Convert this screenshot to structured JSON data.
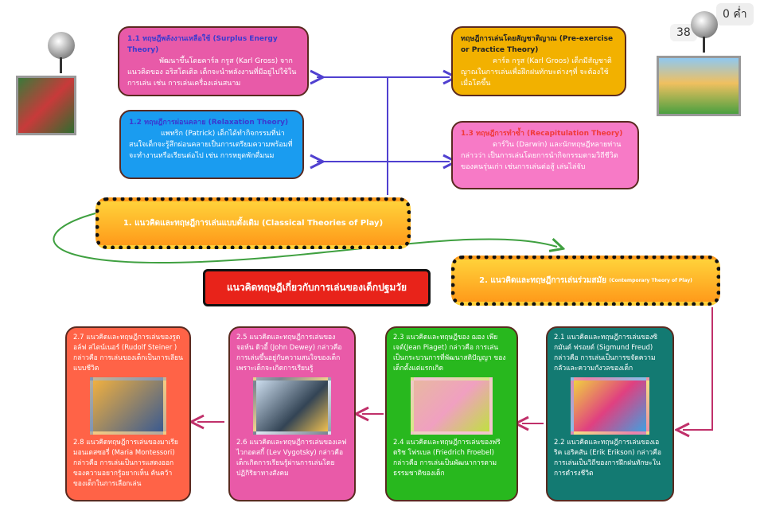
{
  "badges": {
    "comments": "0 ค่ำ",
    "count": "38"
  },
  "top": {
    "surplus": {
      "title": "1.1 ทฤษฎีพลังงานเหลือใช้ (Surplus Energy Theory)",
      "body1": "พัฒนาขึ้นโดยคาร์ล กรูส (Karl Gross) จาก",
      "body2": "แนวคิดของ อริสโตเติล เด็กจะนำพลังงานที่มีอยู่ไปใช้ใน การเล่น เช่น การเล่นเครื่องเล่นสนาม"
    },
    "relax": {
      "title": "1.2 ทฤษฎีการผ่อนคลาย (Relaxation Theory)",
      "body1": "แพทริก (Patrick) เด็กได้ทำกิจกรรมที่น่า",
      "body2": "สนใจเด็กจะรู้สึกผ่อนคลายเป็นการเตรียมความพร้อมที่จะทำงานหรือเรียนต่อไป เช่น การหยุดพักดื่มนม"
    },
    "preex": {
      "title": "ทฤษฎีการเล่นโดยสัญชาติญาณ (Pre-exercise or Practice Theory)",
      "body1": "คาร์ล กรูส (Karl Groos) เด็กมีสัญชาติ",
      "body2": "ญาณในการเล่นเพื่อฝึกฝนทักษะต่างๆที่ จะต้องใช้เมื่อโตขึ้น"
    },
    "recap": {
      "title": "1.3 ทฤษฎีการทำซ้ำ (Recapitulation Theory)",
      "body1": "ดาร์วิน (Darwin) และนักทฤษฎีหลายท่าน",
      "body2": "กล่าวว่า เป็นการเล่นโดยการนำกิจกรรมตามวิถีชีวิตของคนรุ่นเก่า เช่นการเล่นต่อสู้ เล่นไล่จับ"
    }
  },
  "classical": "1. แนวคิดและทฤษฎีการเล่นแบบดั้งเดิม (Classical Theories of Play)",
  "center": "แนวคิดทฤษฎีเกี่ยวกับการเล่นของเด็กปฐมวัย",
  "contemporary": {
    "main": "2. แนวคิดและทฤษฎีการเล่นร่วมสมัย",
    "sub": "(Contemporary Theory of Play)"
  },
  "bottom": [
    {
      "a": "2.7 แนวคิดและทฤษฎีการเล่นของรูดอล์ฟ สไตน์เนอร์ (Rudolf Steiner ) กล่าวคือ การเล่นของเด็กเป็นการเลียนแบบชีวิต",
      "b": "2.8 แนวคิดทฤษฎีการเล่นของมาเรีย มอนเตสซอรี่ (Maria Montessori) กล่าวคือ การเล่นเป็นการแสดงออกของความอยากรู้อยากเห็น ค้นคว้าของเด็กในการเลือกเล่น"
    },
    {
      "a": "2.5 แนวคิดและทฤษฎีการเล่นของจอห์น ดิวอี้ (John Dewey) กล่าวคือ การเล่นขึ้นอยู่กับความสนใจของเด็ก เพราะเด็กจะเกิดการเรียนรู้",
      "b": "2.6 แนวคิดและทฤษฎีการเล่นของเลฟ ไวกอตสกี้ (Lev Vygotsky) กล่าวคือ เด็กเกิดการเรียนรู้ผ่านการเล่นโดยปฏิกิริยาทางสังคม"
    },
    {
      "a": "2.3 แนวคิดและทฤษฎีของ ฌอง เพียเจต์(Jean Piaget) กล่าวคือ การเล่นเป็นกระบวนการที่พัฒนาสติปัญญา ของเด็กตั้งแต่แรกเกิด",
      "b": "2.4 แนวคิดและทฤษฎีการเล่นของฟริดริช โฟรเบล (Friedrich Froebel) กล่าวคือ การเล่นเป็นพัฒนาการตามธรรมชาติของเด็ก"
    },
    {
      "a": "2.1 แนวคิดและทฤษฎีการเล่นของซิกมันด์ ฟรอยด์ (Sigmund Freud) กล่าวคือ การเล่นเป็นการขจัดความกลัวและความกังวลของเด็ก",
      "b": "2.2 แนวคิดและทฤษฎีการเล่นของเอริค เอริคสัน (Erik Erikson) กล่าวคือ การเล่นเป็นวิถีของการฝึกฝนทักษะในการดำรงชีวิต"
    }
  ]
}
